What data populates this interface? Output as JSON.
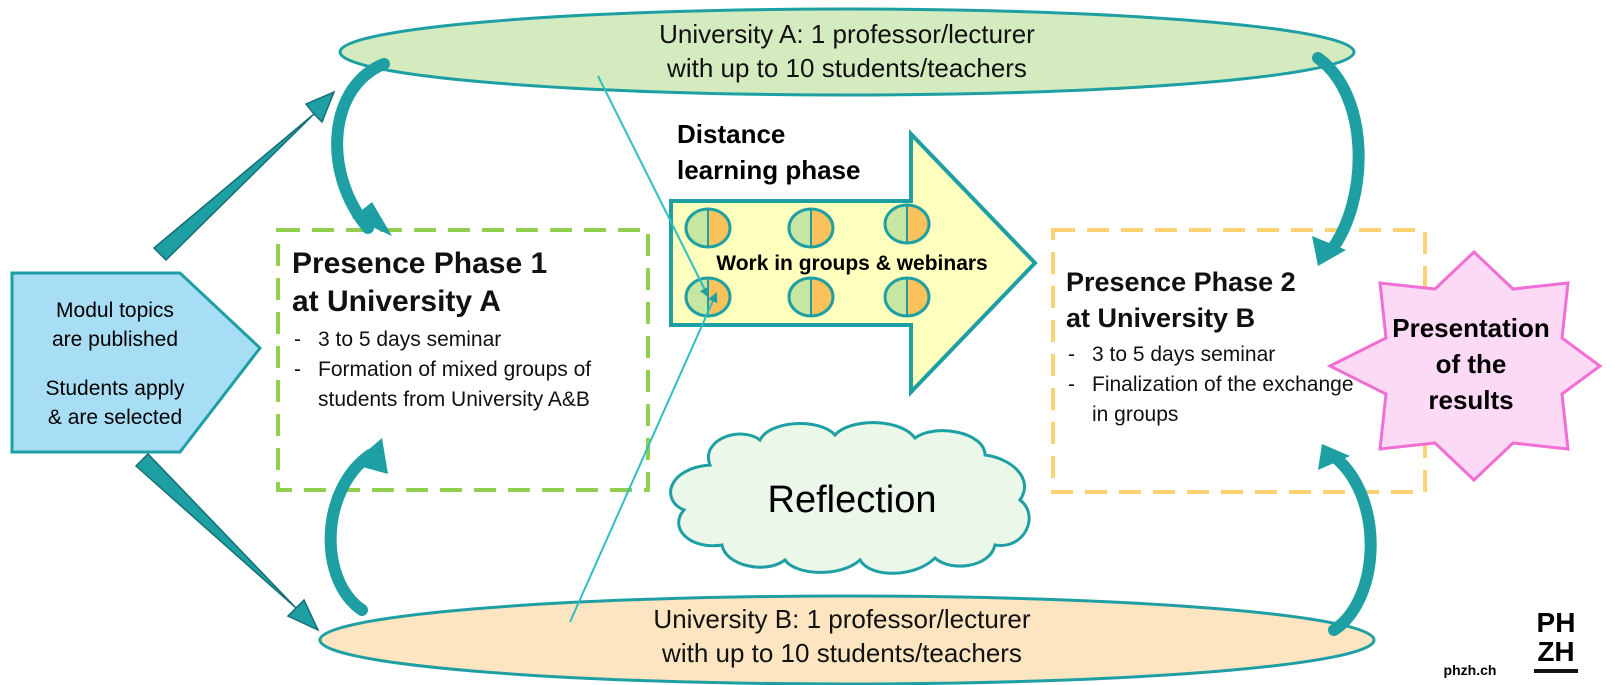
{
  "university_a": {
    "line1": "University A: 1 professor/lecturer",
    "line2": "with up to 10 students/teachers"
  },
  "university_b": {
    "line1": "University B: 1 professor/lecturer",
    "line2": "with up to 10 students/teachers"
  },
  "start_box": {
    "line1": "Modul topics",
    "line2": "are published",
    "line3": "Students apply",
    "line4": "& are selected"
  },
  "phase1": {
    "title_line1": "Presence Phase 1",
    "title_line2": "at University A",
    "bullets": [
      "3 to 5 days seminar",
      "Formation of mixed groups of students from University A&B"
    ]
  },
  "distance": {
    "title_line1": "Distance",
    "title_line2": "learning phase",
    "groups_label": "Work in groups & webinars"
  },
  "phase2": {
    "title_line1": "Presence Phase 2",
    "title_line2": "at University B",
    "bullets": [
      "3 to 5 days seminar",
      "Finalization of the exchange in groups"
    ]
  },
  "reflection": "Reflection",
  "presentation": {
    "line1": "Presentation",
    "line2": "of the",
    "line3": "results"
  },
  "logo": {
    "site": "phzh.ch",
    "mark_top": "PH",
    "mark_bottom": "ZH"
  },
  "colors": {
    "teal": "#1e9fa3",
    "ellipse_a": "#d4ebbf",
    "ellipse_b": "#fce5c0",
    "start_box": "#a8def5",
    "phase1_border": "#92cf4f",
    "phase2_border": "#fdd273",
    "arrow_fill": "#ffffbe",
    "cloud_fill": "#ebf7e8",
    "star_fill": "#fcd9f4",
    "star_border": "#f06fd5"
  }
}
